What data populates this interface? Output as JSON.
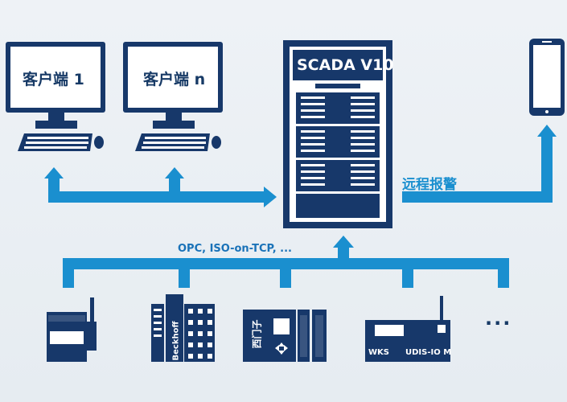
{
  "diagram": {
    "client_1_label": "客户端 1",
    "client_n_label": "客户端 n",
    "server_title": "SCADA V10",
    "remote_alarm_label": "远程报警",
    "protocol_label": "OPC, ISO-on-TCP, ...",
    "beckhoff_label": "Beckhoff",
    "siemens_label": "西门子",
    "wks_label": "WKS",
    "udis_label": "UDIS-IO M",
    "ellipsis_label": "...",
    "colors": {
      "navy": "#17386a",
      "blue": "#1a8fcf",
      "background": "#e9eef3"
    }
  }
}
